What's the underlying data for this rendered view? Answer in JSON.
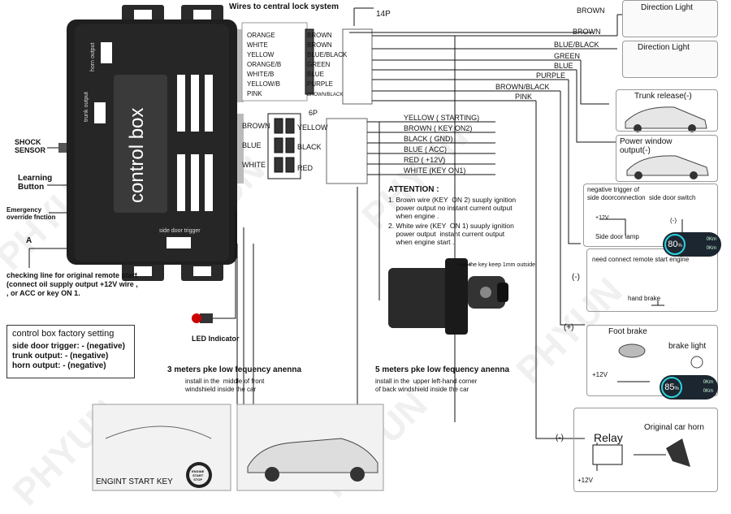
{
  "control_box": {
    "title": "control box",
    "horn_output": "horn output",
    "trunk_output": "trunk output",
    "side_door_trigger": "side door trigger",
    "plus": "+",
    "minus": "-"
  },
  "lock_header": "Wires to central lock system",
  "lock_wires_left": [
    "ORANGE",
    "WHITE",
    "YELLOW",
    "ORANGE/B",
    "WHITE/B",
    "YELLOW/B",
    "PINK"
  ],
  "lock_wires_right": [
    "BROWN",
    "BROWN",
    "BLUE/BLACK",
    "GREEN",
    "BLUE",
    "PURPLE",
    "BROWN/BLACK"
  ],
  "connector_14p": "14P",
  "connector_6p": "6P",
  "six_pin_left": [
    "BROWN",
    "BLUE",
    "WHITE"
  ],
  "six_pin_right": [
    "YELLOW",
    "BLACK",
    "RED"
  ],
  "key_wires": [
    "YELLOW ( STARTING)",
    "BROWN ( KEY ON2)",
    "BLACK ( GND)",
    "BLUE ( ACC)",
    "RED ( +12V)",
    "WHITE (KEY ON1)"
  ],
  "output_wires": [
    "BROWN",
    "BROWN",
    "BLUE/BLACK",
    "GREEN",
    "BLUE",
    "PURPLE",
    "BROWN/BLACK",
    "PINK"
  ],
  "left_labels": {
    "shock": "SHOCK\nSENSOR",
    "learning": "Learning\nButton",
    "emergency": "Emergency\noverride fnction",
    "a": "A",
    "checking": "checking line for original remote start\n(connect oil supply output +12V wire ,\n, or ACC or key ON 1.",
    "led": "LED Indicator"
  },
  "attention": {
    "title": "ATTENTION :",
    "item1": "1. Brown wire (KEY  ON 2) suuply ignition\n    power output no instant current output\n    when engine .",
    "item2": "2. White wire (KEY  ON 1) suuply ignition\n    power output  instant current output\n    when engine start ."
  },
  "cut_key": "cut the key keep 1mm outside",
  "settings": {
    "title": "control box factory setting",
    "rows": [
      "side door trigger: - (negative)",
      "trunk output: - (negative)",
      "horn output: - (negative)"
    ]
  },
  "antenna_front": {
    "title": "3 meters pke low fequency anenna",
    "desc": "install in the  middle of front\nwindshield inside the car"
  },
  "antenna_back": {
    "title": "5 meters pke low fequency anenna",
    "desc": "install in the  upper left-hand corner\nof back windshield inside the car"
  },
  "start_key_label": "ENGINT START KEY",
  "start_button": "ENGINE\nSTART\nSTOP",
  "right_panels": {
    "direction1": "Direction Light",
    "direction2": "Direction Light",
    "trunk": "Trunk release(-)",
    "power_window": "Power window\noutput(-)",
    "side_door": "negative trigger of\nside doorconnection  side door switch",
    "side_door_lamp": "Side door lamp",
    "plus12": "+12V",
    "neg": "(-)",
    "hand_brake_note": "need connect remote start engine",
    "hand_brake": "hand brake",
    "foot_brake": "Foot brake",
    "brake_light": "brake light",
    "plus_sign": "(+)",
    "relay": "Relay",
    "horn": "Original car horn"
  },
  "gauges": [
    {
      "value": "80",
      "unit": "%",
      "k1": "0Km",
      "k2": "0Km"
    },
    {
      "value": "85",
      "unit": "%",
      "k1": "0Km",
      "k2": "0Km"
    }
  ],
  "watermark": "PHYUN",
  "colors": {
    "line": "#111111",
    "panel_border": "#9a9a9a",
    "gauge_ring": "#2bd3e0"
  }
}
